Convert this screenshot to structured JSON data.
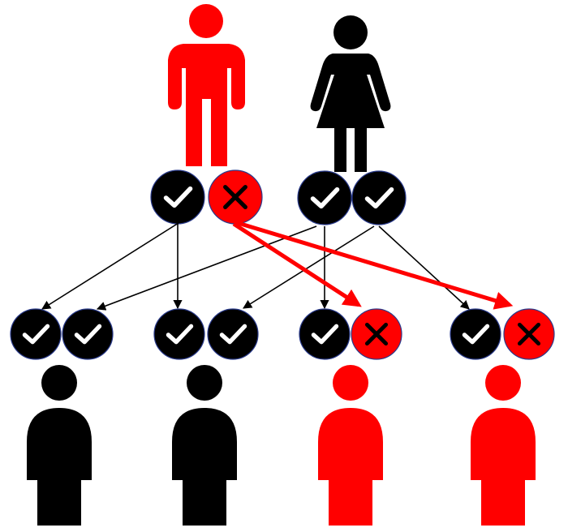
{
  "colors": {
    "affected": "#ff0000",
    "unaffected": "#000000",
    "background": "#ffffff",
    "check_mark": "#ffffff",
    "cross_mark": "#000000",
    "outline": "#2a3b8c"
  },
  "parents": [
    {
      "role": "father",
      "status": "affected",
      "alleles": [
        "normal",
        "mutant"
      ]
    },
    {
      "role": "mother",
      "status": "unaffected",
      "alleles": [
        "normal",
        "normal"
      ]
    }
  ],
  "children": [
    {
      "status": "unaffected",
      "alleles": [
        "normal",
        "normal"
      ]
    },
    {
      "status": "unaffected",
      "alleles": [
        "normal",
        "normal"
      ]
    },
    {
      "status": "affected",
      "alleles": [
        "normal",
        "mutant"
      ]
    },
    {
      "status": "affected",
      "alleles": [
        "normal",
        "mutant"
      ]
    }
  ],
  "icons": {
    "normal": "check-icon",
    "mutant": "cross-icon"
  }
}
